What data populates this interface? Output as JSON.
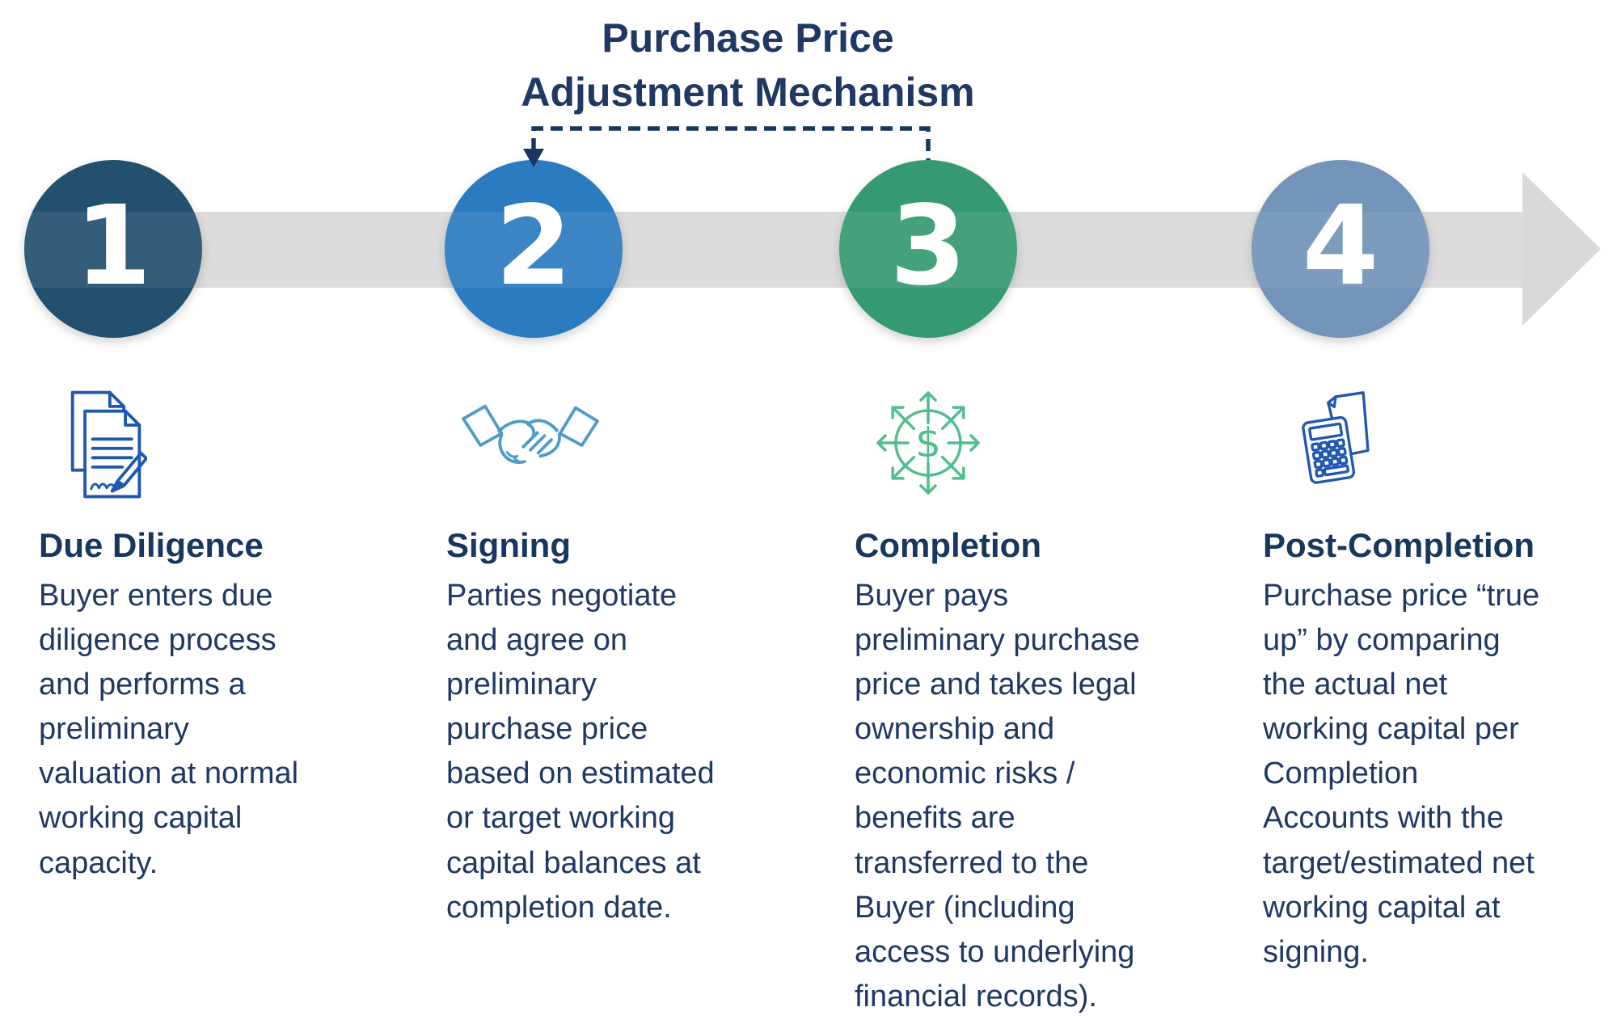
{
  "title": {
    "text": "Purchase Price\nAdjustment Mechanism"
  },
  "colors": {
    "navy": "#17375E",
    "body_text": "#1F3864",
    "band": "#D9D9D9",
    "connector": "#17375E",
    "number_text": "#FFFFFF"
  },
  "connector": {
    "from_step": "2",
    "to_step": "3"
  },
  "steps": [
    {
      "number": "1",
      "circle_color": "#23506F",
      "icon": "documents-pen-icon",
      "icon_color": "#2058AF",
      "heading": "Due Diligence",
      "body": "Buyer enters due\ndiligence process\nand performs a\npreliminary\nvaluation at normal\nworking capital\ncapacity."
    },
    {
      "number": "2",
      "circle_color": "#2B7BC0",
      "icon": "handshake-icon",
      "icon_color": "#4F9CCB",
      "heading": "Signing",
      "body": "Parties negotiate\nand agree on\npreliminary\npurchase price\nbased on estimated\nor target working\ncapital balances at\ncompletion date."
    },
    {
      "number": "3",
      "circle_color": "#359A71",
      "icon": "dollar-distribution-icon",
      "icon_color": "#4FBE8D",
      "icon_glyph": "$",
      "heading": "Completion",
      "body": "Buyer pays\npreliminary purchase\nprice and takes legal\nownership and\neconomic risks /\nbenefits are\ntransferred to the\nBuyer (including\naccess to underlying\nfinancial records)."
    },
    {
      "number": "4",
      "circle_color": "#7194B8",
      "icon": "calculator-paper-icon",
      "icon_color": "#2058AF",
      "heading": "Post-Completion",
      "body": "Purchase price “true\nup” by comparing\nthe actual net\nworking capital per\nCompletion\nAccounts with the\ntarget/estimated net\nworking capital at\nsigning."
    }
  ]
}
